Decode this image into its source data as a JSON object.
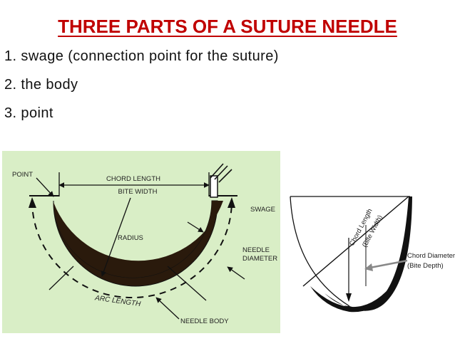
{
  "slide": {
    "title": "THREE PARTS OF A SUTURE NEEDLE",
    "items": [
      "1. swage (connection point for the suture)",
      "2. the body",
      "3. point"
    ]
  },
  "diagram_left": {
    "background": "#d9eec6",
    "labels": {
      "point": "POINT",
      "chord_length": "CHORD LENGTH",
      "bite_width": "BITE WIDTH",
      "radius": "RADIUS",
      "swage": "SWAGE",
      "needle_diameter_1": "NEEDLE",
      "needle_diameter_2": "DIAMETER",
      "arc_length": "ARC LENGTH",
      "needle_body": "NEEDLE BODY"
    }
  },
  "diagram_right": {
    "labels": {
      "chord_length": "Chord Length",
      "bite_width": "(Bite Width)",
      "chord_diameter": "Chord Diameter",
      "bite_depth": "(Bite Depth)"
    }
  }
}
